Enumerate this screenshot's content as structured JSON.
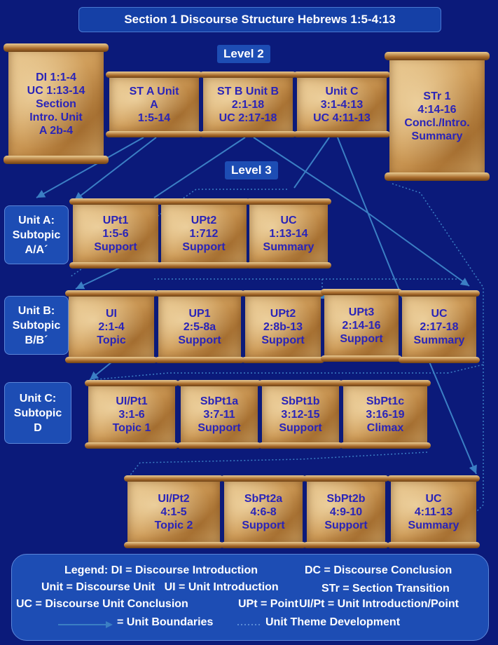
{
  "title": "Section 1 Discourse Structure Hebrews 1:5-4:13",
  "level2_label": "Level 2",
  "level3_label": "Level 3",
  "level2_scrolls": {
    "di": [
      "DI 1:1-4",
      "UC 1:13-14",
      "Section",
      "Intro. Unit",
      "A 2b-4"
    ],
    "st_a": [
      "ST A Unit",
      "A",
      "1:5-14"
    ],
    "st_b": [
      "ST B Unit B",
      "2:1-18",
      "UC 2:17-18"
    ],
    "unit_c": [
      "Unit C",
      "3:1-4:13",
      "UC 4:11-13"
    ],
    "str": [
      "STr 1",
      "4:14-16",
      "Concl./Intro.",
      "Summary"
    ]
  },
  "units": {
    "a": [
      "Unit A:",
      "Subtopic",
      "A/A´"
    ],
    "b": [
      "Unit B:",
      "Subtopic",
      "B/B´"
    ],
    "c": [
      "Unit C:",
      "Subtopic",
      "D"
    ]
  },
  "unit_a_scrolls": [
    [
      "UPt1",
      "1:5-6",
      "Support"
    ],
    [
      "UPt2",
      "1:712",
      "Support"
    ],
    [
      "UC",
      "1:13-14",
      "Summary"
    ]
  ],
  "unit_b_scrolls": [
    [
      "UI",
      "2:1-4",
      "Topic"
    ],
    [
      "UP1",
      "2:5-8a",
      "Support"
    ],
    [
      "UPt2",
      "2:8b-13",
      "Support"
    ],
    [
      "UPt3",
      "2:14-16",
      "Support"
    ],
    [
      "UC",
      "2:17-18",
      "Summary"
    ]
  ],
  "unit_c_row1": [
    [
      "UI/Pt1",
      "3:1-6",
      "Topic 1"
    ],
    [
      "SbPt1a",
      "3:7-11",
      "Support"
    ],
    [
      "SbPt1b",
      "3:12-15",
      "Support"
    ],
    [
      "SbPt1c",
      "3:16-19",
      "Climax"
    ]
  ],
  "unit_c_row2": [
    [
      "UI/Pt2",
      "4:1-5",
      "Topic 2"
    ],
    [
      "SbPt2a",
      "4:6-8",
      "Support"
    ],
    [
      "SbPt2b",
      "4:9-10",
      "Support"
    ],
    [
      "UC",
      "4:11-13",
      "Summary"
    ]
  ],
  "legend": {
    "heading": "Legend:",
    "di": "DI = Discourse Introduction",
    "dc": "DC = Discourse Conclusion",
    "unit": "Unit  = Discourse Unit",
    "ui": "UI  = Unit Introduction",
    "str": "STr = Section Transition",
    "uc": "UC = Discourse Unit Conclusion",
    "upt": "UPt = Point",
    "uipt": "UI/Pt = Unit Introduction/Point",
    "boundaries": "= Unit Boundaries",
    "theme": "Unit Theme Development"
  },
  "colors": {
    "background": "#0b1a7a",
    "panel": "#1d4db4",
    "scroll_text": "#2a24b8",
    "arrow": "#3b7fc4"
  }
}
